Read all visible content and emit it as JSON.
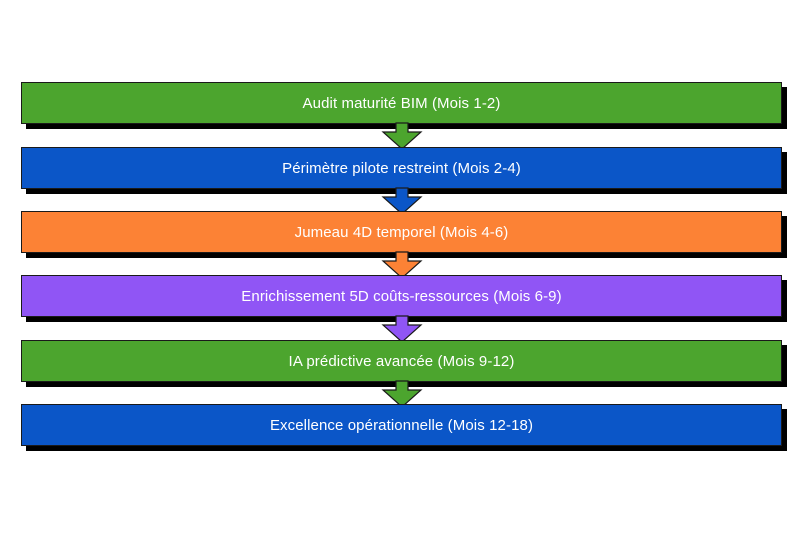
{
  "diagram": {
    "type": "vertical-flowchart",
    "background_color": "#ffffff",
    "title": "",
    "node_text_color": "#ffffff",
    "node_border_color": "#1a1a1a",
    "shadow_color": "#000000",
    "nodes": [
      {
        "id": "node-1",
        "label": "Audit maturité BIM (Mois 1-2)",
        "color": "#4ca52e",
        "phase": "Audit maturité BIM",
        "months": "Mois 1-2"
      },
      {
        "id": "node-2",
        "label": "Périmètre pilote restreint (Mois 2-4)",
        "color": "#0b56c8",
        "phase": "Périmètre pilote restreint",
        "months": "Mois 2-4"
      },
      {
        "id": "node-3",
        "label": "Jumeau 4D temporel (Mois 4-6)",
        "color": "#fc8235",
        "phase": "Jumeau 4D temporel",
        "months": "Mois 4-6"
      },
      {
        "id": "node-4",
        "label": "Enrichissement 5D coûts-ressources (Mois 6-9)",
        "color": "#9055f5",
        "phase": "Enrichissement 5D coûts-ressources",
        "months": "Mois 6-9"
      },
      {
        "id": "node-5",
        "label": "IA prédictive avancée (Mois 9-12)",
        "color": "#4ca52e",
        "phase": "IA prédictive avancée",
        "months": "Mois 9-12"
      },
      {
        "id": "node-6",
        "label": "Excellence opérationnelle (Mois 12-18)",
        "color": "#0b56c8",
        "phase": "Excellence opérationnelle",
        "months": "Mois 12-18"
      }
    ],
    "connectors": [
      {
        "id": "arrow-1",
        "from": "node-1",
        "to": "node-2",
        "color": "#4ca52e",
        "icon": "arrow-down-icon"
      },
      {
        "id": "arrow-2",
        "from": "node-2",
        "to": "node-3",
        "color": "#0b56c8",
        "icon": "arrow-down-icon"
      },
      {
        "id": "arrow-3",
        "from": "node-3",
        "to": "node-4",
        "color": "#fc8235",
        "icon": "arrow-down-icon"
      },
      {
        "id": "arrow-4",
        "from": "node-4",
        "to": "node-5",
        "color": "#9055f5",
        "icon": "arrow-down-icon"
      },
      {
        "id": "arrow-5",
        "from": "node-5",
        "to": "node-6",
        "color": "#4ca52e",
        "icon": "arrow-down-icon"
      }
    ]
  }
}
